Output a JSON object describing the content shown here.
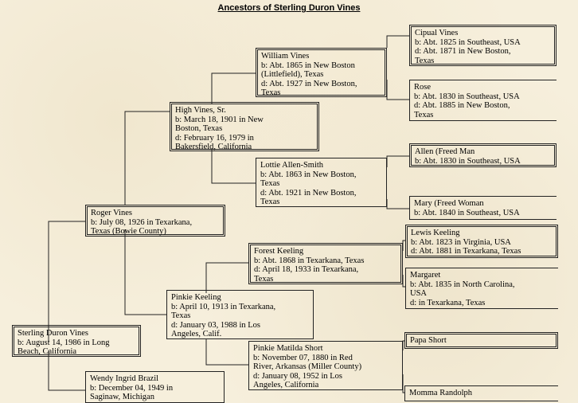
{
  "title": "Ancestors of Sterling Duron Vines",
  "people": {
    "sterling": {
      "name": "Sterling Duron Vines",
      "l1": "b: August 14, 1986 in Long",
      "l2": "Beach, California"
    },
    "wendy": {
      "name": "Wendy Ingrid Brazil",
      "l1": "b: December 04, 1949 in",
      "l2": "Saginaw, Michigan"
    },
    "roger": {
      "name": "Roger Vines",
      "l1": "b: July 08, 1926 in Texarkana,",
      "l2": "Texas  (Bowie County)"
    },
    "high": {
      "name": "High Vines, Sr.",
      "l1": "b: March 18, 1901 in New",
      "l2": "Boston, Texas",
      "l3": "d: February 16, 1979 in",
      "l4": "Bakersfield, California"
    },
    "pinkie": {
      "name": "Pinkie Keeling",
      "l1": "b: April 10, 1913 in Texarkana,",
      "l2": "Texas",
      "l3": "d: January 03, 1988 in Los",
      "l4": "Angeles, Calif."
    },
    "william": {
      "name": "William Vines",
      "l1": "b: Abt. 1865 in New Boston",
      "l2": "(Littlefield), Texas",
      "l3": "d: Abt. 1927 in New Boston,",
      "l4": "Texas"
    },
    "lottie": {
      "name": "Lottie Allen-Smith",
      "l1": "b: Abt. 1863 in New Boston,",
      "l2": "Texas",
      "l3": "d: Abt. 1921 in New Boston,",
      "l4": "Texas"
    },
    "forest": {
      "name": "Forest Keeling",
      "l1": "b: Abt. 1868 in Texarkana, Texas",
      "l2": "d: April 18, 1933 in Texarkana,",
      "l3": "Texas"
    },
    "pinkieshort": {
      "name": "Pinkie Matilda Short",
      "l1": "b: November 07, 1880 in Red",
      "l2": "River, Arkansas (Miller County)",
      "l3": "d: January 08, 1952 in Los",
      "l4": "Angeles, California"
    },
    "cipual": {
      "name": "Cipual Vines",
      "l1": "b: Abt. 1825 in Southeast, USA",
      "l2": "d: Abt. 1871 in New Boston,",
      "l3": "Texas"
    },
    "rose": {
      "name": "Rose",
      "l1": "b: Abt. 1830 in Southeast, USA",
      "l2": "d: Abt. 1885 in New Boston,",
      "l3": "Texas"
    },
    "allen": {
      "name": "Allen (Freed Man",
      "l1": "b: Abt. 1830 in Southeast, USA"
    },
    "mary": {
      "name": "Mary (Freed Woman",
      "l1": "b: Abt. 1840 in Southeast, USA"
    },
    "lewis": {
      "name": "Lewis Keeling",
      "l1": "b: Abt. 1823 in Virginia, USA",
      "l2": "d: Abt. 1881 in Texarkana, Texas"
    },
    "margaret": {
      "name": "Margaret",
      "l1": "b: Abt. 1835 in North Carolina,",
      "l2": "USA",
      "l3": "d: in Texarkana, Texas"
    },
    "papa": {
      "name": "Papa Short"
    },
    "momma": {
      "name": "Momma Randolph"
    }
  }
}
